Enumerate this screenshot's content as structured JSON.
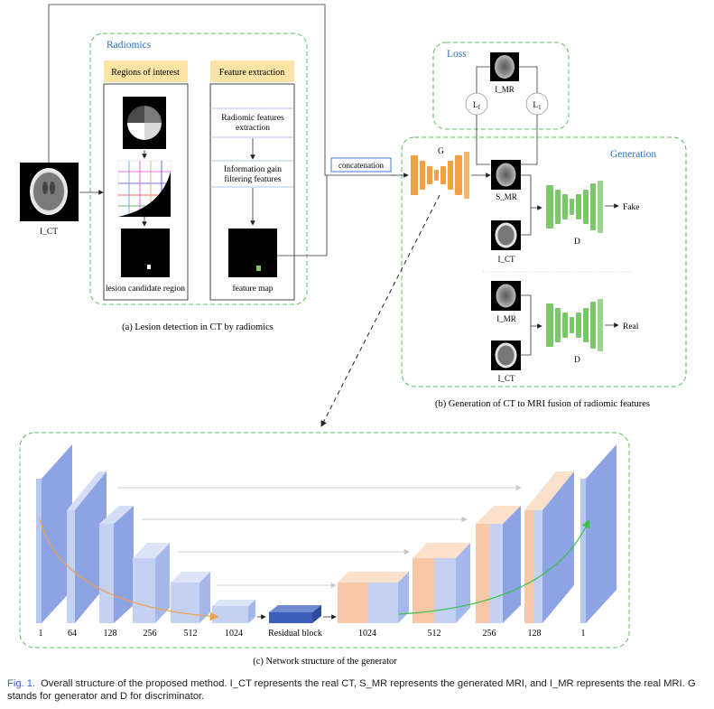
{
  "colors": {
    "green_dash": "#5bbf5b",
    "blue_title": "#2a6fc7",
    "orange_net": "#f2a045",
    "green_net": "#7ac86a",
    "enc_blue": "#a5b8ec",
    "enc_blue_dark": "#8da3e3",
    "dec_orange": "#f8c7a6",
    "res_block": "#4a6fc4",
    "yellow_header": "#fbe3a3"
  },
  "panel_a": {
    "radiomics_title": "Radiomics",
    "roi_header": "Regions of interest",
    "feature_header": "Feature extraction",
    "radiomic_step": "Radiomic features extraction",
    "infogain_step": "Information gain filtering features",
    "lesion_label": "lesion candidate region",
    "feature_map_label": "feature map",
    "input_label": "I_CT",
    "caption": "(a) Lesion detection in CT by radiomics"
  },
  "panel_b": {
    "loss_title": "Loss",
    "generation_title": "Generation",
    "concat_label": "concatenation",
    "g_label": "G",
    "loss_img_label": "I_MR",
    "loss_f": "L",
    "loss_f_sub": "f",
    "loss_1": "L",
    "loss_1_sub": "1",
    "smr_label": "S_MR",
    "ict_label_1": "I_CT",
    "imr_label": "I_MR",
    "ict_label_2": "I_CT",
    "d_label_1": "D",
    "d_label_2": "D",
    "fake_label": "Fake",
    "real_label": "Real",
    "caption": "(b) Generation of CT to MRI fusion of radiomic features"
  },
  "panel_c": {
    "encoder_channels": [
      "1",
      "64",
      "128",
      "256",
      "512",
      "1024"
    ],
    "residual_label": "Residual block",
    "decoder_channels": [
      "1024",
      "512",
      "256",
      "128",
      "1"
    ],
    "caption": "(c) Network structure of the generator"
  },
  "figure_caption": {
    "label": "Fig. 1.",
    "text": "Overall structure of the proposed method. I_CT represents the real CT, S_MR represents the generated MRI, and I_MR represents the real MRI. G stands for generator and D for discriminator."
  }
}
